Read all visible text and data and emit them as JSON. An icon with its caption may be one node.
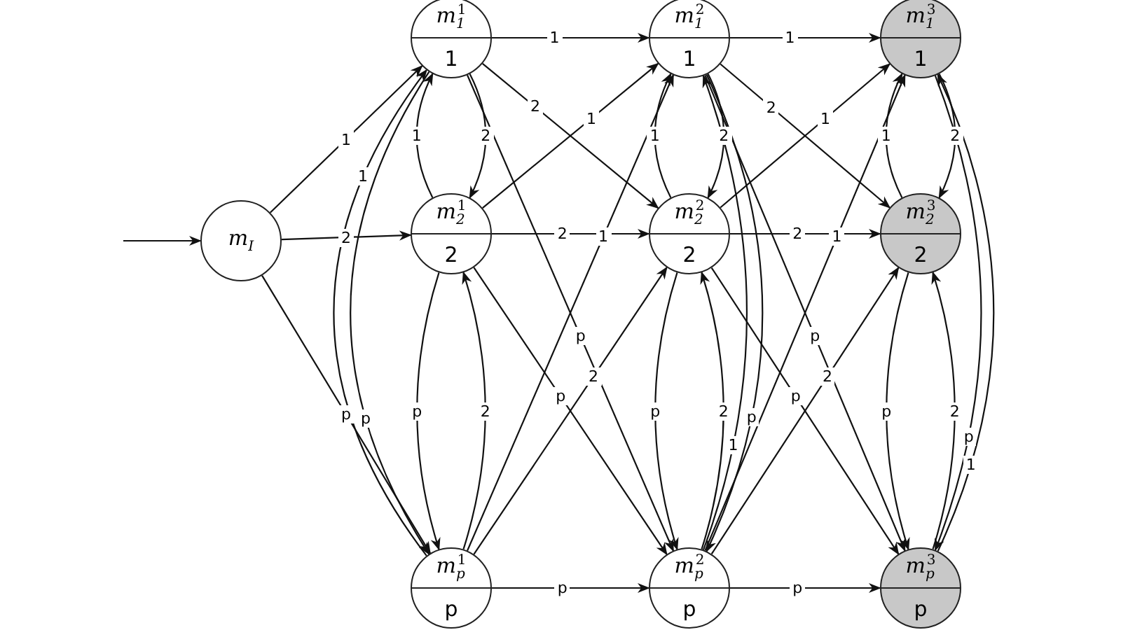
{
  "diagram": {
    "nodes": [
      {
        "text": [
          "*m*$_{I}$"
        ]
      },
      {
        "text": [
          "*m*$_{1}$$^{1}$",
          "1"
        ]
      },
      {
        "text": [
          "*m*$_{2}$$^{1}$",
          "2"
        ]
      },
      {
        "text": [
          "*m*$_{p}$$^{1}$",
          "p"
        ]
      },
      {
        "text": [
          "*m*$_{1}$$^{2}$",
          "1"
        ]
      },
      {
        "text": [
          "*m*$_{2}$$^{2}$",
          "2"
        ]
      },
      {
        "text": [
          "*m*$_{p}$$^{2}$",
          "p"
        ]
      },
      {
        "text": [
          "*m*$_{1}$$^{3}$",
          "1"
        ]
      },
      {
        "text": [
          "*m*$_{2}$$^{3}$",
          "2"
        ]
      },
      {
        "text": [
          "*m*$_{p}$$^{3}$",
          "p"
        ]
      }
    ],
    "edges": [
      {
        "from": null,
        "to": 0,
        "arrow": "to"
      },
      {
        "from": 0,
        "to": 1,
        "label": "1",
        "arrow": "to"
      },
      {
        "from": 0,
        "to": 2,
        "label": "2",
        "arrow": "to"
      },
      {
        "from": 0,
        "to": 3,
        "label": "p",
        "arrow": "to"
      },
      {
        "from": 2,
        "to": 1,
        "label": "1",
        "arrow": "to"
      },
      {
        "from": 1,
        "to": 2,
        "label": "2",
        "arrow": "to"
      },
      {
        "from": 3,
        "to": 1,
        "label": "1",
        "arrow": "to"
      },
      {
        "from": 1,
        "to": 3,
        "label": "p",
        "arrow": "to"
      },
      {
        "from": 2,
        "to": 3,
        "label": "p",
        "arrow": "to"
      },
      {
        "from": 3,
        "to": 2,
        "label": "2",
        "arrow": "to"
      },
      {
        "from": 1,
        "to": 4,
        "label": "1",
        "arrow": "to"
      },
      {
        "from": 1,
        "to": 5,
        "label": "2",
        "arrow": "to"
      },
      {
        "from": 1,
        "to": 6,
        "label": "p",
        "arrow": "to"
      },
      {
        "from": 2,
        "to": 4,
        "label": "1",
        "arrow": "to"
      },
      {
        "from": 2,
        "to": 5,
        "label": "2",
        "arrow": "to"
      },
      {
        "from": 2,
        "to": 6,
        "label": "p",
        "arrow": "to"
      },
      {
        "from": 3,
        "to": 4,
        "label": "1",
        "arrow": "to"
      },
      {
        "from": 3,
        "to": 5,
        "label": "2",
        "arrow": "to"
      },
      {
        "from": 3,
        "to": 6,
        "label": "p",
        "arrow": "to"
      },
      {
        "from": 5,
        "to": 4,
        "label": "1",
        "arrow": "to"
      },
      {
        "from": 4,
        "to": 5,
        "label": "2",
        "arrow": "to"
      },
      {
        "from": 6,
        "to": 4,
        "label": "1",
        "arrow": "to"
      },
      {
        "from": 4,
        "to": 6,
        "label": "p",
        "arrow": "to"
      },
      {
        "from": 5,
        "to": 6,
        "label": "p",
        "arrow": "to"
      },
      {
        "from": 6,
        "to": 5,
        "label": "2",
        "arrow": "to"
      },
      {
        "from": 4,
        "to": 7,
        "label": "1",
        "arrow": "to"
      },
      {
        "from": 4,
        "to": 8,
        "label": "2",
        "arrow": "to"
      },
      {
        "from": 4,
        "to": 9,
        "label": "p",
        "arrow": "to"
      },
      {
        "from": 5,
        "to": 7,
        "label": "1",
        "arrow": "to"
      },
      {
        "from": 5,
        "to": 8,
        "label": "2",
        "arrow": "to"
      },
      {
        "from": 5,
        "to": 9,
        "label": "p",
        "arrow": "to"
      },
      {
        "from": 6,
        "to": 7,
        "label": "1",
        "arrow": "to"
      },
      {
        "from": 6,
        "to": 8,
        "label": "2",
        "arrow": "to"
      },
      {
        "from": 6,
        "to": 9,
        "label": "p",
        "arrow": "to"
      },
      {
        "from": 8,
        "to": 7,
        "label": "1",
        "arrow": "to"
      },
      {
        "from": 7,
        "to": 8,
        "label": "2",
        "arrow": "to"
      },
      {
        "from": 9,
        "to": 7,
        "label": "1",
        "arrow": "to"
      },
      {
        "from": 7,
        "to": 9,
        "label": "p",
        "arrow": "to"
      },
      {
        "from": 8,
        "to": 9,
        "label": "p",
        "arrow": "to"
      },
      {
        "from": 9,
        "to": 8,
        "label": "2",
        "arrow": "to"
      }
    ]
  }
}
